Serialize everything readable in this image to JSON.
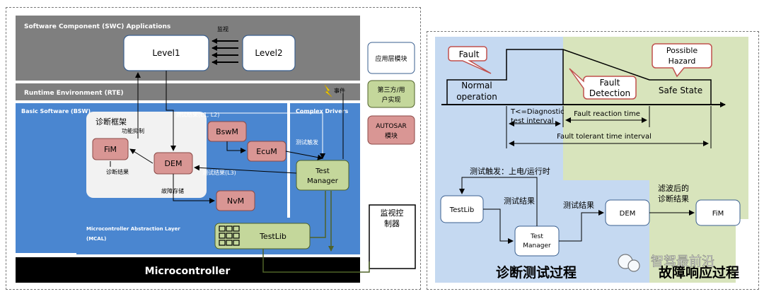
{
  "left": {
    "swc_title": "Software Component (SWC) Applications",
    "level1": "Level1",
    "level2": "Level2",
    "monitor": "监视",
    "rte_title": "Runtime Environment (RTE)",
    "event": "事件",
    "bsw_title": "Basic Software (BSW)",
    "complex_title": "Complex Drivers",
    "diag_frame": "诊断框架",
    "func_inhibit": "功能抑制",
    "test_result_l12": "测试结果(L1, L2)",
    "fim": "FiM",
    "bswm": "BswM",
    "ecum": "EcuM",
    "test_trigger": "测试触发",
    "dem": "DEM",
    "diag_result": "诊断结果",
    "test_result_l3": "测试结果(L3)",
    "test_manager": [
      "Test",
      "Manager"
    ],
    "fault_store": "故障存储",
    "nvm": "NvM",
    "mcal_title": [
      "Microcontroller Abstraction Layer",
      "(MCAL)"
    ],
    "testlib": "TestLib",
    "mcu": "Microcontroller",
    "monitor_ctrl": [
      "监视控",
      "制器"
    ]
  },
  "legend": {
    "app": "应用层模块",
    "third_party": [
      "第三方/用",
      "户实现"
    ],
    "autosar": [
      "AUTOSAR",
      "模块"
    ]
  },
  "right": {
    "fault": "Fault",
    "normal": [
      "Normal",
      "operation"
    ],
    "fault_detection": [
      "Fault",
      "Detection"
    ],
    "possible_hazard": [
      "Possible",
      "Hazard"
    ],
    "safe_state": "Safe State",
    "diag_interval": [
      "T<=Diagnostic",
      "test interval"
    ],
    "fault_reaction": "Fault reaction time",
    "fault_tolerant": "Fault tolerant time interval",
    "trigger": "测试触发：上电/运行时",
    "testlib": "TestLib",
    "test_result1": "测试结果",
    "test_manager": [
      "Test",
      "Manager"
    ],
    "test_result2": "测试结果",
    "dem": "DEM",
    "filtered": [
      "滤波后的",
      "诊断结果"
    ],
    "fim": "FiM",
    "diag_process": "诊断测试过程",
    "fault_process": "故障响应过程",
    "watermark": "智驾最前沿"
  },
  "colors": {
    "swc_bg": "#7f7f7f",
    "bsw_bg": "#4a86d0",
    "autosar": "#d99694",
    "third_party": "#c4d79b",
    "right_blue": "#c5d9f1",
    "right_green": "#d8e4bc"
  }
}
